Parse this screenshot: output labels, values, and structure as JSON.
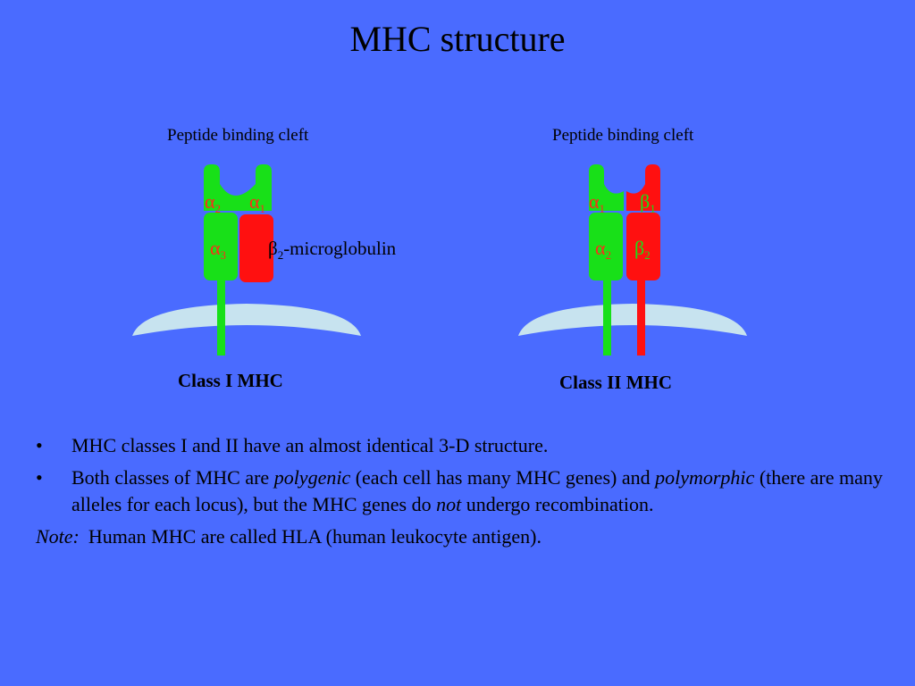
{
  "slide": {
    "title": "MHC structure"
  },
  "diagram": {
    "class1": {
      "cleft_label": "Peptide binding cleft",
      "domain_a2": "α",
      "domain_a2_sub": "2",
      "domain_a1": "α",
      "domain_a1_sub": "1",
      "domain_a3": "α",
      "domain_a3_sub": "3",
      "b2m_symbol": "β",
      "b2m_sub": "2",
      "b2m_text": "-microglobulin",
      "name": "Class I MHC"
    },
    "class2": {
      "cleft_label": "Peptide binding cleft",
      "domain_a1": "α",
      "domain_a1_sub": "1",
      "domain_b1": "β",
      "domain_b1_sub": "1",
      "domain_a2": "α",
      "domain_a2_sub": "2",
      "domain_b2": "β",
      "domain_b2_sub": "2",
      "name": "Class II MHC"
    },
    "colors": {
      "alpha_chain": "#18e018",
      "beta_chain": "#ff1010",
      "membrane": "#c7e3ef",
      "background": "#4a6bff"
    }
  },
  "bullets": {
    "marker": "•",
    "item1": "MHC classes I and II have an almost identical 3-D structure.",
    "item2_part1": "Both classes of MHC are ",
    "item2_em1": "polygenic",
    "item2_part2": " (each cell has many MHC genes) and ",
    "item2_em2": "polymorphic",
    "item2_part3": " (there are many alleles for each locus), but the MHC genes do ",
    "item2_em3": "not",
    "item2_part4": " undergo recombination.",
    "note_label": "Note:",
    "note_text": "Human MHC are called HLA (human leukocyte antigen)."
  }
}
